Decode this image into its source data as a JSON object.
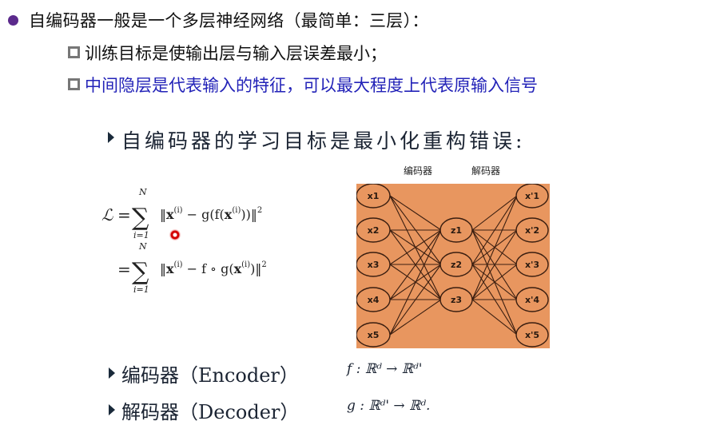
{
  "bullets": {
    "main": "自编码器一般是一个多层神经网络（最简单：三层）：",
    "sub1": "训练目标是使输出层与输入层误差最小；",
    "sub2": "中间隐层是代表输入的特征，可以最大程度上代表原输入信号"
  },
  "section": {
    "heading": "自编码器的学习目标是最小化重构错误:"
  },
  "formula": {
    "line1_lhs": "ℒ =",
    "line1_rhs": "‖x⁽ⁱ⁾ − g(f(x⁽ⁱ⁾))‖²",
    "line2_lhs": "=",
    "line2_rhs": "‖x⁽ⁱ⁾ − f ∘ g(x⁽ⁱ⁾)‖²",
    "sum_upper": "N",
    "sum_lower": "i=1"
  },
  "diagram": {
    "encoder_label": "编码器",
    "decoder_label": "解码器",
    "background": "#e8965f",
    "inputs": [
      "x1",
      "x2",
      "x3",
      "x4",
      "x5"
    ],
    "hidden": [
      "z1",
      "z2",
      "z3"
    ],
    "outputs": [
      "x'1",
      "x'2",
      "x'3",
      "x'4",
      "x'5"
    ]
  },
  "definitions": {
    "encoder": "编码器（Encoder）",
    "encoder_map": "f : ℝᵈ → ℝᵈ'",
    "decoder": "解码器（Decoder）",
    "decoder_map": "g : ℝᵈ' → ℝᵈ."
  },
  "colors": {
    "bullet": "#5b2a8c",
    "highlight_text": "#2323b8"
  }
}
